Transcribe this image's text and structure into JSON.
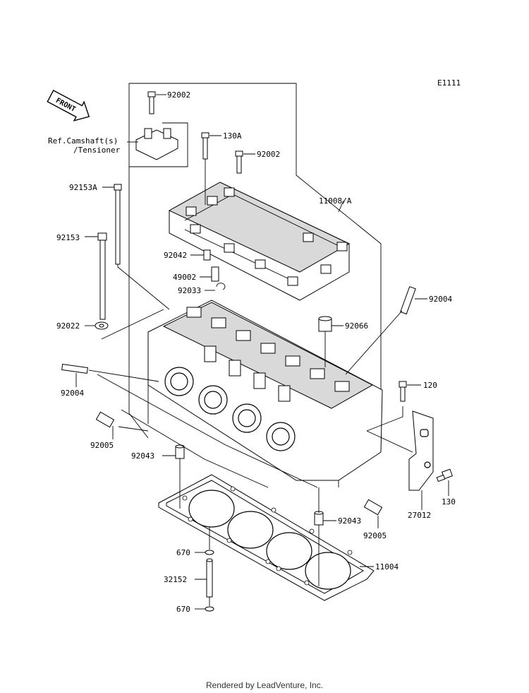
{
  "diagram_code": "E1111",
  "front_label": "FRONT",
  "ref_note": [
    "Ref.Camshaft(s)",
    "/Tensioner"
  ],
  "labels": {
    "p92002a": "92002",
    "p130a": "130A",
    "p92002b": "92002",
    "p92153a": "92153A",
    "p11008a": "11008/A",
    "p92153": "92153",
    "p92042": "92042",
    "p49002": "49002",
    "p92033": "92033",
    "p92004a": "92004",
    "p92022": "92022",
    "p92066": "92066",
    "p92004b": "92004",
    "p120": "120",
    "p92005a": "92005",
    "p92043a": "92043",
    "p130": "130",
    "p27012": "27012",
    "p92043b": "92043",
    "p92005b": "92005",
    "p670a": "670",
    "p11004": "11004",
    "p32152": "32152",
    "p670b": "670"
  },
  "footer": "Rendered by LeadVenture, Inc."
}
